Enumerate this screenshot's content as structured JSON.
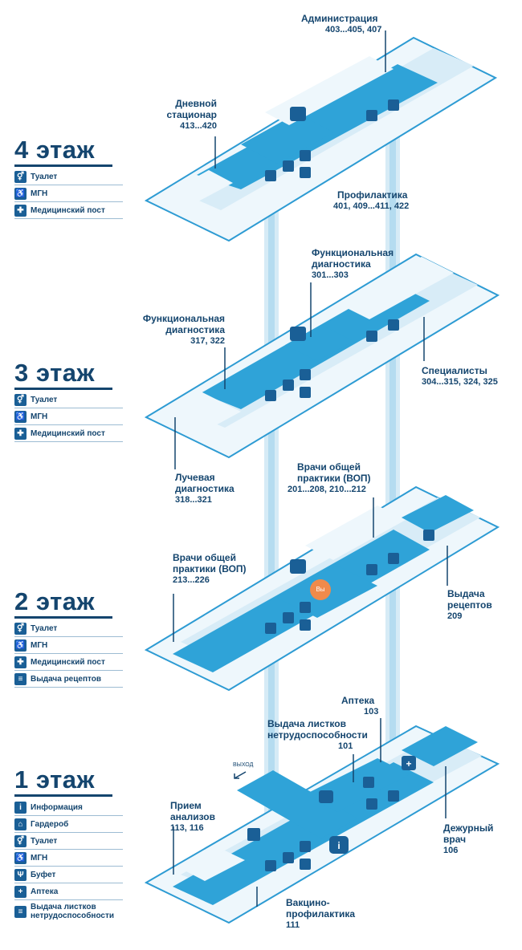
{
  "colors": {
    "floor_edge": "#2d9bd3",
    "corridor": "#2fa3d8",
    "room": "#d8ecf7",
    "navy": "#14456e",
    "icon": "#1a5f96",
    "shaft": "#bfe0f2",
    "marker": "#f08a4b"
  },
  "floors": [
    {
      "title": "4 этаж",
      "legend": [
        {
          "icon": "toilet-icon",
          "label": "Туалет"
        },
        {
          "icon": "wheelchair-icon",
          "label": "МГН"
        },
        {
          "icon": "nurse-post-icon",
          "label": "Медицинский пост"
        }
      ],
      "rooms": [
        {
          "name": "Администрация",
          "nums": "403...405, 407"
        },
        {
          "name": "Дневной\nстационар",
          "nums": "413...420"
        },
        {
          "name": "Профилактика",
          "nums": "401, 409...411, 422"
        }
      ]
    },
    {
      "title": "3 этаж",
      "legend": [
        {
          "icon": "toilet-icon",
          "label": "Туалет"
        },
        {
          "icon": "wheelchair-icon",
          "label": "МГН"
        },
        {
          "icon": "nurse-post-icon",
          "label": "Медицинский пост"
        }
      ],
      "rooms": [
        {
          "name": "Функциональная\nдиагностика",
          "nums": "301...303"
        },
        {
          "name": "Функциональная\nдиагностика",
          "nums": "317, 322"
        },
        {
          "name": "Специалисты",
          "nums": "304...315, 324, 325"
        },
        {
          "name": "Лучевая\nдиагностика",
          "nums": "318...321"
        }
      ]
    },
    {
      "title": "2 этаж",
      "legend": [
        {
          "icon": "toilet-icon",
          "label": "Туалет"
        },
        {
          "icon": "wheelchair-icon",
          "label": "МГН"
        },
        {
          "icon": "nurse-post-icon",
          "label": "Медицинский пост"
        },
        {
          "icon": "prescription-icon",
          "label": "Выдача рецептов"
        }
      ],
      "rooms": [
        {
          "name": "Врачи общей\nпрактики (ВОП)",
          "nums": "201...208, 210...212"
        },
        {
          "name": "Врачи общей\nпрактики (ВОП)",
          "nums": "213...226"
        },
        {
          "name": "Выдача\nрецептов",
          "nums": "209"
        }
      ],
      "marker": "Вы"
    },
    {
      "title": "1 этаж",
      "legend": [
        {
          "icon": "info-icon",
          "label": "Информация"
        },
        {
          "icon": "wardrobe-icon",
          "label": "Гардероб"
        },
        {
          "icon": "toilet-icon",
          "label": "Туалет"
        },
        {
          "icon": "wheelchair-icon",
          "label": "МГН"
        },
        {
          "icon": "buffet-icon",
          "label": "Буфет"
        },
        {
          "icon": "pharmacy-icon",
          "label": "Аптека"
        },
        {
          "icon": "sick-leave-icon",
          "label": "Выдача листков\nнетрудоспособности"
        }
      ],
      "rooms": [
        {
          "name": "Аптека",
          "nums": "103"
        },
        {
          "name": "Выдача листков\nнетрудоспособности",
          "nums": "101"
        },
        {
          "name": "Прием\nанализов",
          "nums": "113, 116"
        },
        {
          "name": "Дежурный\nврач",
          "nums": "106"
        },
        {
          "name": "Вакцино-\nпрофилактика",
          "nums": "111"
        }
      ],
      "exit": "ВЫХОД"
    }
  ]
}
